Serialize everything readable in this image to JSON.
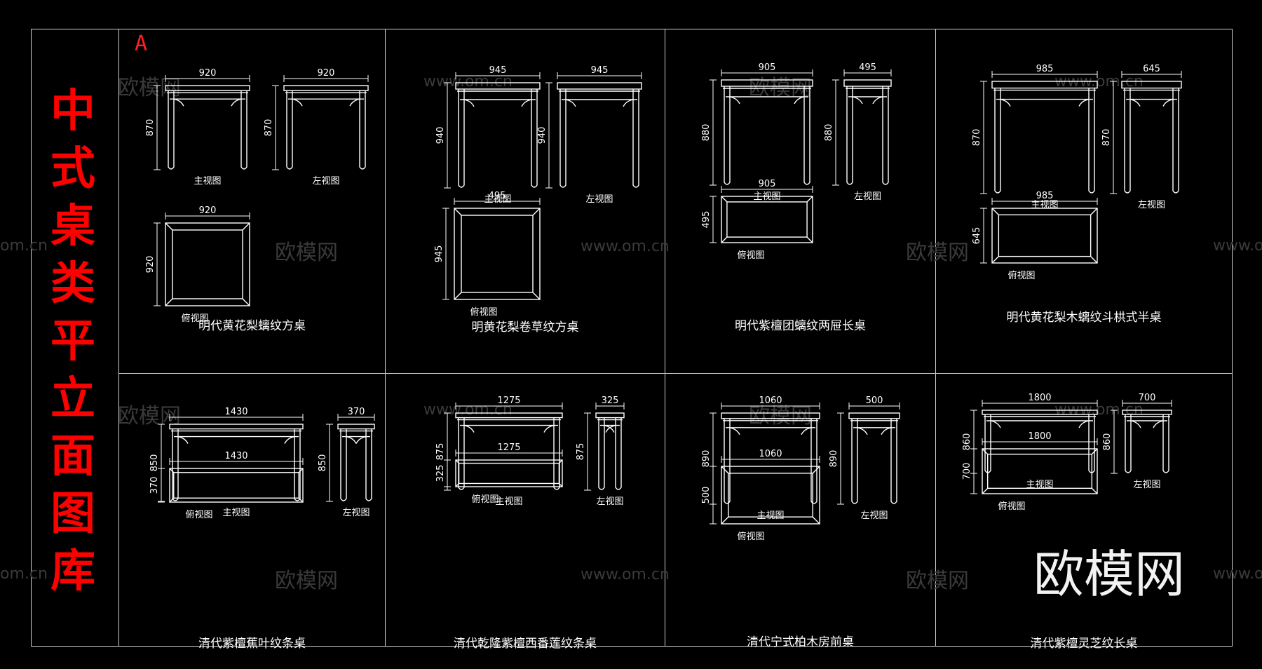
{
  "title": "中式桌类平立面图库",
  "marker": "A",
  "watermark": {
    "brand": "欧模网",
    "url": "www.om.cn",
    "url_short": "om.cn"
  },
  "view_labels": {
    "front": "主视图",
    "side": "左视图",
    "top": "俯视图"
  },
  "tables": [
    {
      "name": "明代黄花梨螭纹方桌",
      "front_w": "920",
      "front_h": "870",
      "side_w": "920",
      "side_h": "870",
      "top_w": "920",
      "top_h": "920"
    },
    {
      "name": "明黄花梨卷草纹方桌",
      "front_w": "945",
      "front_h": "940",
      "side_w": "945",
      "side_h": "940",
      "top_w": "495",
      "top_h": "945"
    },
    {
      "name": "明代紫檀团螭纹两屉长桌",
      "front_w": "905",
      "front_h": "880",
      "side_w": "495",
      "side_h": "880",
      "top_w": "905",
      "top_h": "495"
    },
    {
      "name": "明代黄花梨木螭纹斗栱式半桌",
      "front_w": "985",
      "front_h": "870",
      "side_w": "645",
      "side_h": "870",
      "top_w": "985",
      "top_h": "645"
    },
    {
      "name": "清代紫檀蕉叶纹条桌",
      "front_w": "1430",
      "front_h": "850",
      "side_w": "370",
      "side_h": "850",
      "top_w": "1430",
      "top_h": "370"
    },
    {
      "name": "清代乾隆紫檀西番莲纹条桌",
      "front_w": "1275",
      "front_h": "875",
      "side_w": "325",
      "side_h": "875",
      "top_w": "1275",
      "top_h": "325"
    },
    {
      "name": "清代宁式柏木房前桌",
      "front_w": "1060",
      "front_h": "890",
      "side_w": "500",
      "side_h": "890",
      "top_w": "1060",
      "top_h": "500"
    },
    {
      "name": "清代紫檀灵芝纹长桌",
      "front_w": "1800",
      "front_h": "860",
      "side_w": "700",
      "side_h": "860",
      "top_w": "1800",
      "top_h": "700"
    }
  ]
}
